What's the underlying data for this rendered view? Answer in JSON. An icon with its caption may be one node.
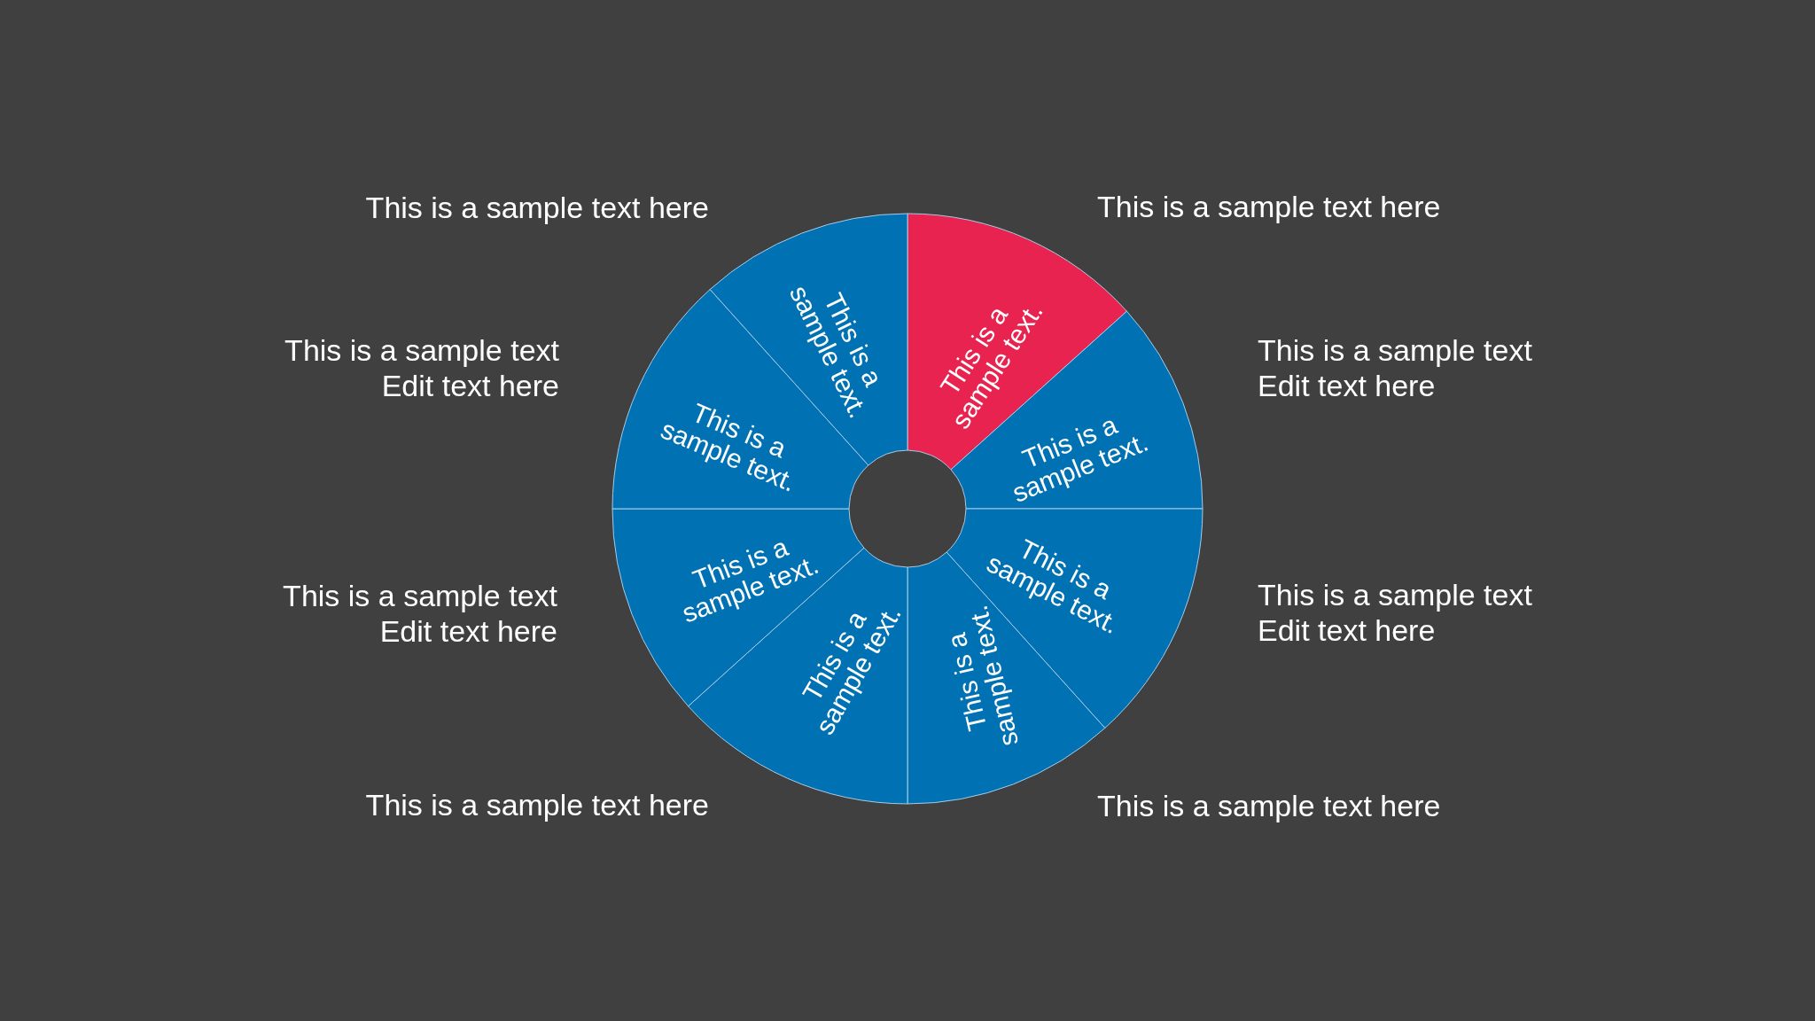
{
  "diagram": {
    "nodes": [
      {
        "text": [
          "This is a sample text."
        ],
        "beside": [
          "This is a sample text here"
        ]
      },
      {
        "text": [
          "This is a sample text."
        ],
        "beside": [
          "This is a sample text",
          "Edit text here"
        ]
      },
      {
        "text": [
          "This is a sample text."
        ],
        "beside": [
          "This is a sample text",
          "Edit text here"
        ]
      },
      {
        "text": [
          "This is a sample text."
        ],
        "beside": [
          "This is a sample text here"
        ]
      },
      {
        "text": [
          "This is a sample text."
        ],
        "beside": [
          "This is a sample text here"
        ]
      },
      {
        "text": [
          "This is a sample text."
        ],
        "beside": [
          "This is a sample text",
          "Edit text here"
        ]
      },
      {
        "text": [
          "This is a sample text."
        ],
        "beside": [
          "This is a sample text",
          "Edit text here"
        ]
      },
      {
        "text": [
          "This is a sample text."
        ],
        "beside": [
          "This is a sample text here"
        ]
      }
    ]
  }
}
